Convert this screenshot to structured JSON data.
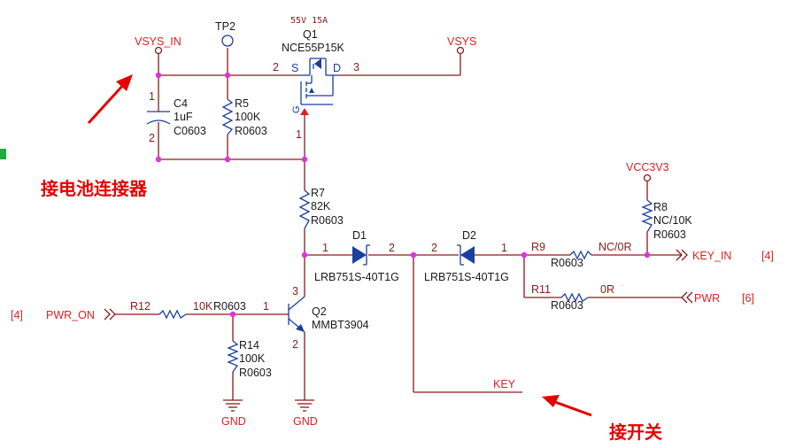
{
  "nets": {
    "vsys_in": "VSYS_IN",
    "vsys": "VSYS",
    "tp2": "TP2",
    "vcc3v3": "VCC3V3",
    "key_in": "KEY_IN",
    "pwr": "PWR",
    "pwr_on": "PWR_ON",
    "key": "KEY",
    "gnd": "GND"
  },
  "sheet_refs": {
    "key_in": "[4]",
    "pwr": "[6]",
    "pwr_on": "[4]"
  },
  "q1": {
    "rating": "55V 15A",
    "ref": "Q1",
    "value": "NCE55P15K",
    "pin_s_num": "2",
    "pin_d_num": "3",
    "pin_g_num": "1",
    "pin_s": "S",
    "pin_d": "D",
    "pin_g": "G"
  },
  "c4": {
    "ref": "C4",
    "value": "1uF",
    "package": "C0603",
    "pin1": "1",
    "pin2": "2"
  },
  "r5": {
    "ref": "R5",
    "value": "100K",
    "package": "R0603"
  },
  "r7": {
    "ref": "R7",
    "value": "82K",
    "package": "R0603"
  },
  "d1": {
    "ref": "D1",
    "value": "LRB751S-40T1G",
    "pin1": "1",
    "pin2": "2"
  },
  "d2": {
    "ref": "D2",
    "value": "LRB751S-40T1G",
    "pin1": "1",
    "pin2": "2"
  },
  "r8": {
    "ref": "R8",
    "value": "NC/10K",
    "package": "R0603"
  },
  "r9": {
    "ref": "R9",
    "value": "NC/0R",
    "package": "R0603"
  },
  "r11": {
    "ref": "R11",
    "value": "0R",
    "package": "R0603"
  },
  "r12": {
    "ref": "R12",
    "value": "10K",
    "package": "R0603"
  },
  "r14": {
    "ref": "R14",
    "value": "100K",
    "package": "R0603"
  },
  "q2": {
    "ref": "Q2",
    "value": "MMBT3904",
    "pin1": "1",
    "pin2": "2",
    "pin3": "3"
  },
  "annotations": {
    "battery_connector": "接电池连接器",
    "switch": "接开关"
  },
  "colors": {
    "wire": "#8b1a1a",
    "junction": "#e030e0",
    "annotation": "#e60000",
    "body": "#1a3fa0"
  }
}
